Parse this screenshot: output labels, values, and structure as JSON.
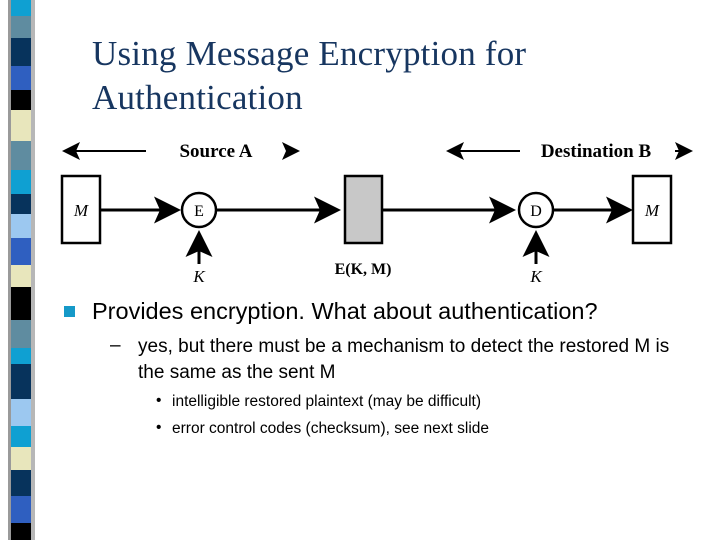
{
  "slide": {
    "title": "Using Message Encryption for Authentication",
    "title_line1": "Using Message Encryption for",
    "title_line2": "Authentication",
    "title_color": "#173660",
    "bullet_color": "#1599c8"
  },
  "stripe": {
    "name": "decorative-color-stripe",
    "blocks": [
      {
        "color": "#0fa0d2",
        "h": 18
      },
      {
        "color": "#5f8ca0",
        "h": 24
      },
      {
        "color": "#07335c",
        "h": 30
      },
      {
        "color": "#2f5fc0",
        "h": 26
      },
      {
        "color": "#000000",
        "h": 22
      },
      {
        "color": "#e8e6bc",
        "h": 34
      },
      {
        "color": "#5f8ca0",
        "h": 32
      },
      {
        "color": "#0fa0d2",
        "h": 26
      },
      {
        "color": "#07335c",
        "h": 22
      },
      {
        "color": "#9cc8f0",
        "h": 26
      },
      {
        "color": "#2f5fc0",
        "h": 30
      },
      {
        "color": "#e8e6bc",
        "h": 24
      },
      {
        "color": "#000000",
        "h": 36
      },
      {
        "color": "#5f8ca0",
        "h": 30
      },
      {
        "color": "#0fa0d2",
        "h": 18
      },
      {
        "color": "#07335c",
        "h": 38
      },
      {
        "color": "#9cc8f0",
        "h": 30
      },
      {
        "color": "#0fa0d2",
        "h": 22
      },
      {
        "color": "#e8e6bc",
        "h": 26
      },
      {
        "color": "#07335c",
        "h": 28
      },
      {
        "color": "#2f5fc0",
        "h": 30
      },
      {
        "color": "#000000",
        "h": 18
      }
    ]
  },
  "diagram": {
    "name": "message-encryption-authentication-diagram",
    "source_label": "Source A",
    "destination_label": "Destination B",
    "source_message_box": "M",
    "encrypt_node": "E",
    "encrypt_key": "K",
    "ciphertext_label": "E(K, M)",
    "decrypt_node": "D",
    "decrypt_key": "K",
    "destination_message_box": "M",
    "ciphertext_box_fill": "#c8c8c8",
    "stroke_color": "#000000"
  },
  "content": {
    "bullet1": "Provides encryption. What about authentication?",
    "sub_marker": "–",
    "sub1": "yes, but there must be a mechanism to detect the restored M is the same as the sent M",
    "sub_sub_marker": "•",
    "subsub1": "intelligible restored plaintext (may be difficult)",
    "subsub2": "error control codes (checksum), see next slide"
  }
}
